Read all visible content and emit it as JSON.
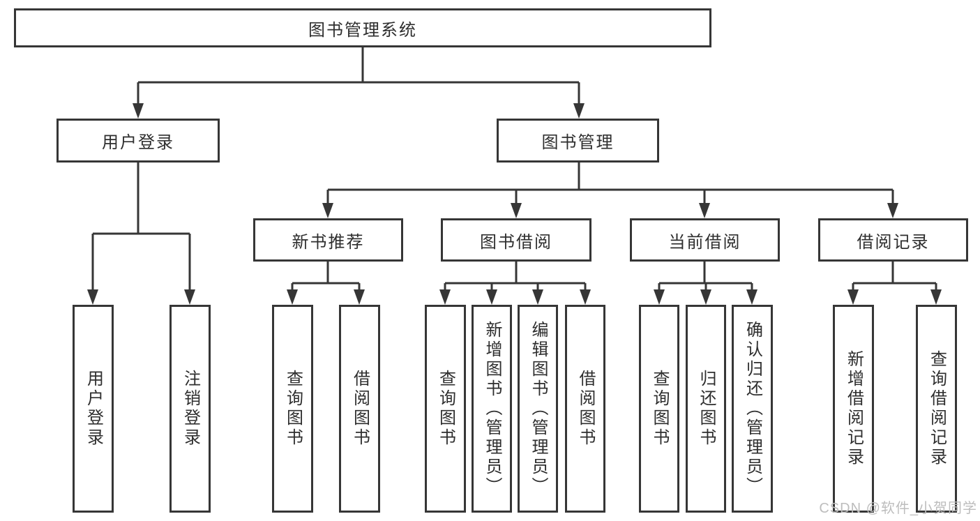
{
  "diagram": {
    "root": {
      "label": "图书管理系统"
    },
    "branches": [
      {
        "label": "用户登录",
        "children": [
          {
            "label": "用户登录"
          },
          {
            "label": "注销登录"
          }
        ]
      },
      {
        "label": "图书管理",
        "children": [
          {
            "label": "新书推荐",
            "children": [
              {
                "label": "查询图书"
              },
              {
                "label": "借阅图书"
              }
            ]
          },
          {
            "label": "图书借阅",
            "children": [
              {
                "label": "查询图书"
              },
              {
                "label": "新增图书（管理员）"
              },
              {
                "label": "编辑图书（管理员）"
              },
              {
                "label": "借阅图书"
              }
            ]
          },
          {
            "label": "当前借阅",
            "children": [
              {
                "label": "查询图书"
              },
              {
                "label": "归还图书"
              },
              {
                "label": "确认归还（管理员）"
              }
            ]
          },
          {
            "label": "借阅记录",
            "children": [
              {
                "label": "新增借阅记录"
              },
              {
                "label": "查询借阅记录"
              }
            ]
          }
        ]
      }
    ]
  },
  "watermark": {
    "text": "CSDN @软件_小贺同学"
  },
  "colors": {
    "line": "#363636",
    "box_border": "#363636",
    "text": "#2e2e2e",
    "watermark": "#bdbdbd",
    "background": "#ffffff"
  }
}
